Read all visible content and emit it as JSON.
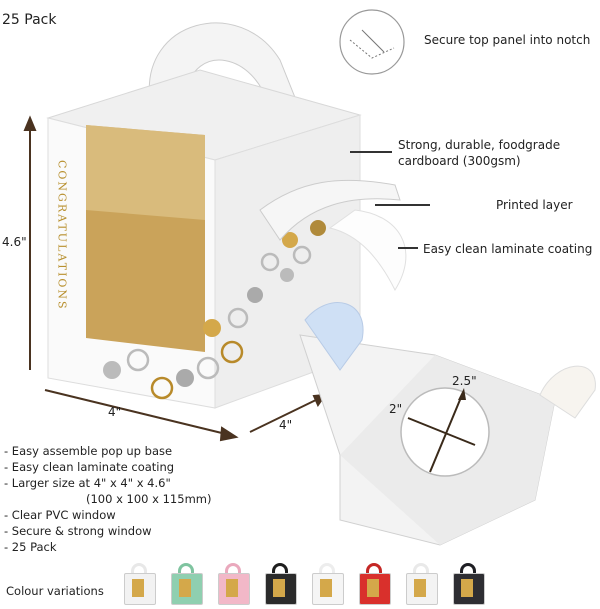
{
  "title": "25 Pack",
  "callouts": {
    "notch": "Secure top panel into notch",
    "cardboard_line1": "Strong, durable, foodgrade",
    "cardboard_line2": "cardboard (300gsm)",
    "printed": "Printed layer",
    "laminate": "Easy clean laminate coating"
  },
  "dimensions": {
    "height": "4.6\"",
    "width": "4\"",
    "depth": "4\"",
    "insert_big": "2.5\"",
    "insert_small": "2\""
  },
  "box_text": "CONGRATULATIONS",
  "features": [
    "- Easy assemble pop up base",
    "- Easy clean laminate coating",
    "- Larger size at 4\" x 4\" x 4.6\"",
    "(100 x 100 x 115mm)",
    "- Clear PVC window",
    "- Secure & strong window",
    "- 25 Pack"
  ],
  "colour_label": "Colour variations",
  "colours": [
    "#f2f2f2",
    "#8fcfb0",
    "#f2b8c8",
    "#2b2b2b",
    "#f5f5f5",
    "#d9302c",
    "#f3f3f3",
    "#2e2e33"
  ],
  "colour_handles": [
    "#e8e8e8",
    "#7fc4a0",
    "#eaa9bd",
    "#1f1f1f",
    "#ededed",
    "#c42725",
    "#e9e9e9",
    "#1f1f24"
  ]
}
